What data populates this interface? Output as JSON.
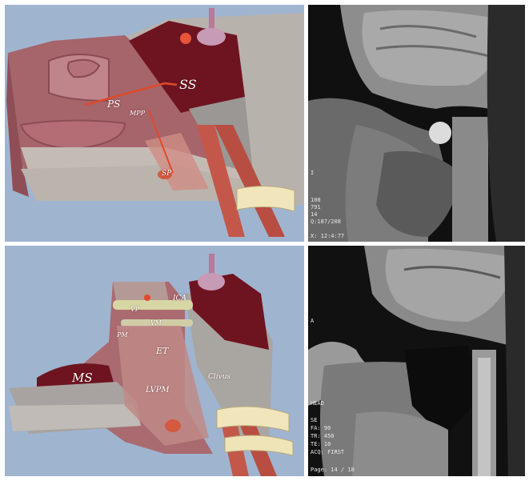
{
  "panels": {
    "top_left": {
      "labels": {
        "ss": "SS",
        "ps": "PS",
        "mpp": "MPP",
        "sp": "SP"
      }
    },
    "top_right": {
      "overlay": {
        "side": "I",
        "l1": "100",
        "l2": "791",
        "l3": "14",
        "l4": "Q:187/208",
        "l5": "X: 12:4:77"
      }
    },
    "bottom_left": {
      "labels": {
        "vp": "VP",
        "vm": "VM",
        "ica": "ICA",
        "pm": "PM",
        "et": "ET",
        "ms": "MS",
        "lvpm": "LVPM",
        "clivus": "Clivus"
      }
    },
    "bottom_right": {
      "overlay": {
        "side": "A",
        "l1": "HEAD",
        "l2": "SE",
        "l3": "FA: 90",
        "l4": "TR: 450",
        "l5": "TE: 10",
        "l6": "ACQ: FIRST",
        "l7": "Page: 14 / 18"
      }
    },
    "colors": {
      "sky": "#9fb4cf",
      "tissue": "#a8636a",
      "bone": "#c4bfb8",
      "dark_red": "#6e1420"
    }
  }
}
